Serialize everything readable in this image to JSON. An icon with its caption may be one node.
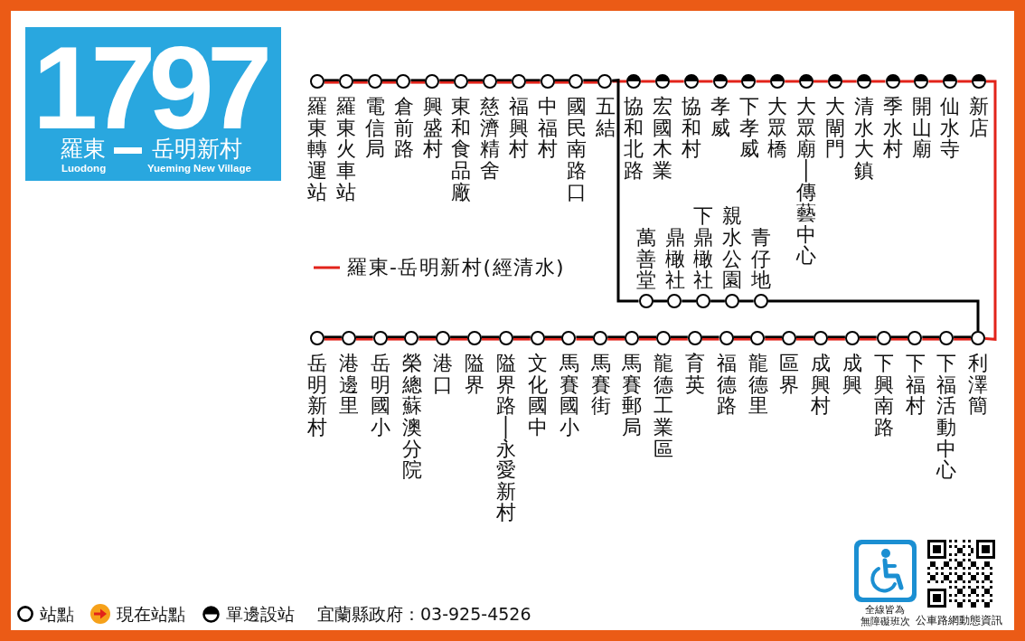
{
  "diagram": {
    "nodes": [
      {
        "text": [
          "1797",
          "羅東",
          "岳明新村",
          "Luodong",
          "Yueming New Village"
        ]
      },
      {
        "text": [],
        "shape": "circle",
        "beside": [
          "羅東轉運站"
        ]
      },
      {
        "text": [],
        "shape": "circle",
        "beside": [
          "羅東火車站"
        ]
      },
      {
        "text": [],
        "shape": "circle",
        "beside": [
          "電信局"
        ]
      },
      {
        "text": [],
        "shape": "circle",
        "beside": [
          "倉前路"
        ]
      },
      {
        "text": [],
        "shape": "circle",
        "beside": [
          "興盛村"
        ]
      },
      {
        "text": [],
        "shape": "circle",
        "beside": [
          "東和食品廠"
        ]
      },
      {
        "text": [],
        "shape": "circle",
        "beside": [
          "慈濟精舍"
        ]
      },
      {
        "text": [],
        "shape": "circle",
        "beside": [
          "福興村"
        ]
      },
      {
        "text": [],
        "shape": "circle",
        "beside": [
          "中福村"
        ]
      },
      {
        "text": [],
        "shape": "circle",
        "beside": [
          "國民南路口"
        ]
      },
      {
        "text": [],
        "shape": "circle",
        "beside": [
          "五結"
        ]
      },
      {
        "text": [],
        "shape": "circle",
        "beside": [
          "協和北路"
        ]
      },
      {
        "text": [],
        "shape": "circle",
        "beside": [
          "宏國木業"
        ]
      },
      {
        "text": [],
        "shape": "circle",
        "beside": [
          "協和村"
        ]
      },
      {
        "text": [],
        "shape": "circle",
        "beside": [
          "孝威"
        ]
      },
      {
        "text": [],
        "shape": "circle",
        "beside": [
          "下孝威"
        ]
      },
      {
        "text": [],
        "shape": "circle",
        "beside": [
          "大眾橋"
        ]
      },
      {
        "text": [],
        "shape": "circle",
        "beside": [
          "大眾廟│傳藝中心"
        ]
      },
      {
        "text": [],
        "shape": "circle",
        "beside": [
          "大閘門"
        ]
      },
      {
        "text": [],
        "shape": "circle",
        "beside": [
          "清水大鎮"
        ]
      },
      {
        "text": [],
        "shape": "circle",
        "beside": [
          "季水村"
        ]
      },
      {
        "text": [],
        "shape": "circle",
        "beside": [
          "開山廟"
        ]
      },
      {
        "text": [],
        "shape": "circle",
        "beside": [
          "仙水寺"
        ]
      },
      {
        "text": [],
        "shape": "circle",
        "beside": [
          "新店"
        ]
      },
      {
        "text": [],
        "shape": "circle",
        "beside": [
          "萬善堂"
        ]
      },
      {
        "text": [],
        "shape": "circle",
        "beside": [
          "鼎橄社"
        ]
      },
      {
        "text": [],
        "shape": "circle",
        "beside": [
          "下鼎橄社"
        ]
      },
      {
        "text": [],
        "shape": "circle",
        "beside": [
          "親水公園"
        ]
      },
      {
        "text": [],
        "shape": "circle",
        "beside": [
          "青仔地"
        ]
      },
      {
        "text": [],
        "shape": "circle",
        "beside": [
          "岳明新村"
        ]
      },
      {
        "text": [],
        "shape": "circle",
        "beside": [
          "港邊里"
        ]
      },
      {
        "text": [],
        "shape": "circle",
        "beside": [
          "岳明國小"
        ]
      },
      {
        "text": [],
        "shape": "circle",
        "beside": [
          "榮總蘇澳分院"
        ]
      },
      {
        "text": [],
        "shape": "circle",
        "beside": [
          "港口"
        ]
      },
      {
        "text": [],
        "shape": "circle",
        "beside": [
          "隘界"
        ]
      },
      {
        "text": [],
        "shape": "circle",
        "beside": [
          "隘界路│永愛新村"
        ]
      },
      {
        "text": [],
        "shape": "circle",
        "beside": [
          "文化國中"
        ]
      },
      {
        "text": [],
        "shape": "circle",
        "beside": [
          "馬賽國小"
        ]
      },
      {
        "text": [],
        "shape": "circle",
        "beside": [
          "馬賽街"
        ]
      },
      {
        "text": [],
        "shape": "circle",
        "beside": [
          "馬賽郵局"
        ]
      },
      {
        "text": [],
        "shape": "circle",
        "beside": [
          "龍德工業區"
        ]
      },
      {
        "text": [],
        "shape": "circle",
        "beside": [
          "育英"
        ]
      },
      {
        "text": [],
        "shape": "circle",
        "beside": [
          "福德路"
        ]
      },
      {
        "text": [],
        "shape": "circle",
        "beside": [
          "龍德里"
        ]
      },
      {
        "text": [],
        "shape": "circle",
        "beside": [
          "區界"
        ]
      },
      {
        "text": [],
        "shape": "circle",
        "beside": [
          "成興村"
        ]
      },
      {
        "text": [],
        "shape": "circle",
        "beside": [
          "成興"
        ]
      },
      {
        "text": [],
        "shape": "circle",
        "beside": [
          "下興南路"
        ]
      },
      {
        "text": [],
        "shape": "circle",
        "beside": [
          "下福村"
        ]
      },
      {
        "text": [],
        "shape": "circle",
        "beside": [
          "下福活動中心"
        ]
      },
      {
        "text": [],
        "shape": "circle",
        "beside": [
          "利澤簡"
        ]
      }
    ],
    "edges": [
      {
        "from": 1,
        "to": 2,
        "arrow": "none",
        "color": "#000000"
      },
      {
        "from": 1,
        "to": 2,
        "arrow": "none"
      },
      {
        "from": 2,
        "to": 3,
        "arrow": "none",
        "color": "#000000"
      },
      {
        "from": 2,
        "to": 3,
        "arrow": "none"
      },
      {
        "from": 3,
        "to": 4,
        "arrow": "none",
        "color": "#000000"
      },
      {
        "from": 3,
        "to": 4,
        "arrow": "none"
      },
      {
        "from": 4,
        "to": 5,
        "arrow": "none",
        "color": "#000000"
      },
      {
        "from": 4,
        "to": 5,
        "arrow": "none"
      },
      {
        "from": 5,
        "to": 6,
        "arrow": "none",
        "color": "#000000"
      },
      {
        "from": 5,
        "to": 6,
        "arrow": "none"
      },
      {
        "from": 6,
        "to": 7,
        "arrow": "none",
        "color": "#000000"
      },
      {
        "from": 6,
        "to": 7,
        "arrow": "none"
      },
      {
        "from": 7,
        "to": 8,
        "arrow": "none",
        "color": "#000000"
      },
      {
        "from": 7,
        "to": 8,
        "arrow": "none"
      },
      {
        "from": 8,
        "to": 9,
        "arrow": "none",
        "color": "#000000"
      },
      {
        "from": 8,
        "to": 9,
        "arrow": "none"
      },
      {
        "from": 9,
        "to": 10,
        "arrow": "none",
        "color": "#000000"
      },
      {
        "from": 9,
        "to": 10,
        "arrow": "none"
      },
      {
        "from": 10,
        "to": 11,
        "arrow": "none",
        "color": "#000000"
      },
      {
        "from": 10,
        "to": 11,
        "arrow": "none"
      },
      {
        "from": 11,
        "to": 12,
        "arrow": "none"
      },
      {
        "from": 12,
        "to": 13,
        "arrow": "none"
      },
      {
        "from": 13,
        "to": 14,
        "arrow": "none"
      },
      {
        "from": 14,
        "to": 15,
        "arrow": "none"
      },
      {
        "from": 15,
        "to": 16,
        "arrow": "none"
      },
      {
        "from": 16,
        "to": 17,
        "arrow": "none"
      },
      {
        "from": 17,
        "to": 18,
        "arrow": "none"
      },
      {
        "from": 18,
        "to": 19,
        "arrow": "none"
      },
      {
        "from": 19,
        "to": 20,
        "arrow": "none"
      },
      {
        "from": 20,
        "to": 21,
        "arrow": "none"
      },
      {
        "from": 21,
        "to": 22,
        "arrow": "none"
      },
      {
        "from": 22,
        "to": 23,
        "arrow": "none"
      },
      {
        "from": 23,
        "to": 24,
        "arrow": "none"
      },
      {
        "from": 24,
        "to": 51,
        "arrow": "none"
      },
      {
        "from": 11,
        "to": 25,
        "arrow": "none",
        "color": "#000000"
      },
      {
        "from": 25,
        "to": 26,
        "arrow": "none",
        "color": "#000000"
      },
      {
        "from": 26,
        "to": 27,
        "arrow": "none",
        "color": "#000000"
      },
      {
        "from": 27,
        "to": 28,
        "arrow": "none",
        "color": "#000000"
      },
      {
        "from": 28,
        "to": 29,
        "arrow": "none",
        "color": "#000000"
      },
      {
        "from": 29,
        "to": 51,
        "arrow": "none",
        "color": "#000000"
      },
      {
        "from": 51,
        "to": 50,
        "arrow": "none",
        "color": "#000000"
      },
      {
        "from": 51,
        "to": 50,
        "arrow": "none"
      },
      {
        "from": 50,
        "to": 49,
        "arrow": "none",
        "color": "#000000"
      },
      {
        "from": 50,
        "to": 49,
        "arrow": "none"
      },
      {
        "from": 49,
        "to": 48,
        "arrow": "none",
        "color": "#000000"
      },
      {
        "from": 49,
        "to": 48,
        "arrow": "none"
      },
      {
        "from": 48,
        "to": 47,
        "arrow": "none",
        "color": "#000000"
      },
      {
        "from": 48,
        "to": 47,
        "arrow": "none"
      },
      {
        "from": 47,
        "to": 46,
        "arrow": "none",
        "color": "#000000"
      },
      {
        "from": 47,
        "to": 46,
        "arrow": "none"
      },
      {
        "from": 46,
        "to": 45,
        "arrow": "none",
        "color": "#000000"
      },
      {
        "from": 46,
        "to": 45,
        "arrow": "none"
      },
      {
        "from": 45,
        "to": 44,
        "arrow": "none",
        "color": "#000000"
      },
      {
        "from": 45,
        "to": 44,
        "arrow": "none"
      },
      {
        "from": 44,
        "to": 43,
        "arrow": "none",
        "color": "#000000"
      },
      {
        "from": 44,
        "to": 43,
        "arrow": "none"
      },
      {
        "from": 43,
        "to": 42,
        "arrow": "none",
        "color": "#000000"
      },
      {
        "from": 43,
        "to": 42,
        "arrow": "none"
      },
      {
        "from": 42,
        "to": 41,
        "arrow": "none",
        "color": "#000000"
      },
      {
        "from": 42,
        "to": 41,
        "arrow": "none"
      },
      {
        "from": 41,
        "to": 40,
        "arrow": "none",
        "color": "#000000"
      },
      {
        "from": 41,
        "to": 40,
        "arrow": "none"
      },
      {
        "from": 40,
        "to": 39,
        "arrow": "none",
        "color": "#000000"
      },
      {
        "from": 40,
        "to": 39,
        "arrow": "none"
      },
      {
        "from": 39,
        "to": 38,
        "arrow": "none",
        "color": "#000000"
      },
      {
        "from": 39,
        "to": 38,
        "arrow": "none"
      },
      {
        "from": 38,
        "to": 37,
        "arrow": "none",
        "color": "#000000"
      },
      {
        "from": 38,
        "to": 37,
        "arrow": "none"
      },
      {
        "from": 37,
        "to": 36,
        "arrow": "none",
        "color": "#000000"
      },
      {
        "from": 37,
        "to": 36,
        "arrow": "none"
      },
      {
        "from": 36,
        "to": 35,
        "arrow": "none",
        "color": "#000000"
      },
      {
        "from": 36,
        "to": 35,
        "arrow": "none"
      },
      {
        "from": 35,
        "to": 34,
        "arrow": "none",
        "color": "#000000"
      },
      {
        "from": 35,
        "to": 34,
        "arrow": "none"
      },
      {
        "from": 34,
        "to": 33,
        "arrow": "none",
        "color": "#000000"
      },
      {
        "from": 34,
        "to": 33,
        "arrow": "none"
      },
      {
        "from": 33,
        "to": 32,
        "arrow": "none",
        "color": "#000000"
      },
      {
        "from": 33,
        "to": 32,
        "arrow": "none"
      },
      {
        "from": 32,
        "to": 31,
        "arrow": "none",
        "color": "#000000"
      },
      {
        "from": 32,
        "to": 31,
        "arrow": "none"
      },
      {
        "from": 31,
        "to": 30,
        "arrow": "none",
        "color": "#000000"
      },
      {
        "from": 31,
        "to": 30,
        "arrow": "none"
      }
    ],
    "labels": [
      "宜蘭縣政府：03-925-4526",
      "全線皆為無障礙班次",
      "公車路網動態資訊"
    ],
    "legend": [
      {
        "text": "羅東-岳明新村(經清水)"
      },
      {
        "text": "站點"
      },
      {
        "text": "現在站點"
      },
      {
        "text": "單邊設站"
      }
    ]
  }
}
